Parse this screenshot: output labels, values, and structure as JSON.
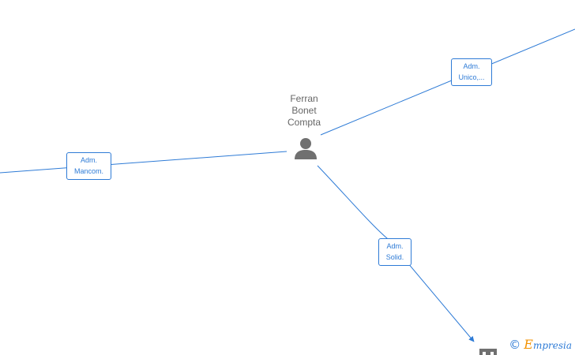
{
  "person": {
    "name_lines": [
      "Ferran",
      "Bonet",
      "Compta"
    ]
  },
  "relations": [
    {
      "id": "unico",
      "lines": [
        "Adm.",
        "Unico,..."
      ]
    },
    {
      "id": "mancom",
      "lines": [
        "Adm.",
        "Mancom."
      ]
    },
    {
      "id": "solid",
      "lines": [
        "Adm.",
        "Solid."
      ]
    }
  ],
  "footer": {
    "copyright_symbol": "©",
    "brand_initial": "E",
    "brand_rest": "mpresia"
  },
  "colors": {
    "edge": "#2e7bd6",
    "node_icon": "#707070",
    "brand_accent": "#f39200"
  },
  "icons": {
    "person": "person-icon",
    "company": "building-icon"
  }
}
